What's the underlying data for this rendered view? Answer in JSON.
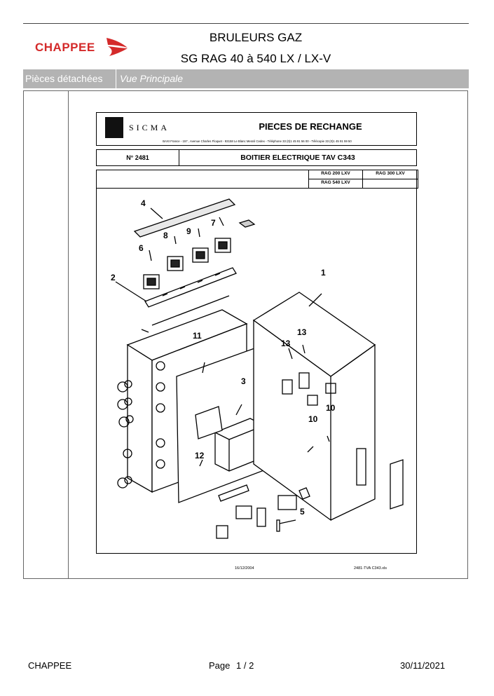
{
  "header": {
    "brand": "CHAPPEE",
    "title_line1": "BRULEURS GAZ",
    "title_line2": "SG RAG 40 à 540 LX / LX-V"
  },
  "nav": {
    "section": "Pièces détachées",
    "view": "Vue Principale"
  },
  "sheet": {
    "company": "SICMA",
    "title": "PIECES DE RECHANGE",
    "address": "BAXI France - 157 , Avenue Charles Floquet - 93158 Le Blanc Mesnil Cedex - Téléphone 33 (0)1 45 91 56 00 - Télécopie 33 (0)1 45 91 59 50",
    "number": "N° 2481",
    "part_name": "BOITIER ELECTRIQUE TAV C343",
    "variants": [
      "RAG 200 LXV",
      "RAG 300 LXV",
      "RAG 540 LXV"
    ],
    "callouts": [
      "4",
      "7",
      "8",
      "9",
      "6",
      "2",
      "1",
      "11",
      "13",
      "13",
      "3",
      "10",
      "10",
      "12",
      "5"
    ],
    "date": "16/12/2004",
    "file": "2481-TVA C343.xls"
  },
  "footer": {
    "brand": "CHAPPEE",
    "page_label": "Page",
    "page": "1 / 2",
    "date": "30/11/2021"
  }
}
